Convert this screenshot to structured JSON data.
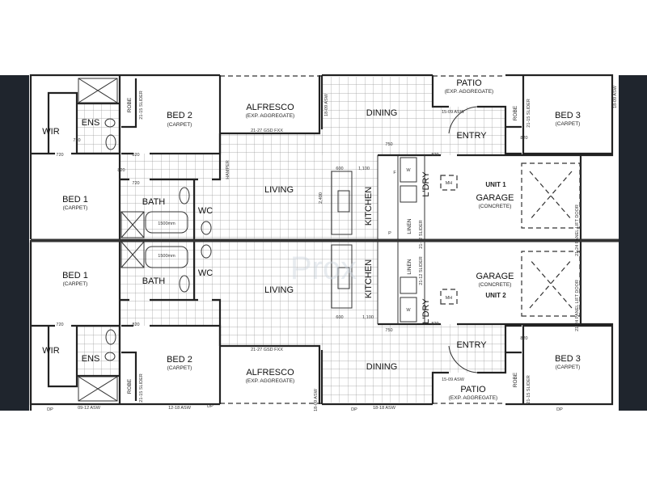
{
  "plan": {
    "watermark": "Prox",
    "unit1": {
      "unit_label": "UNIT 1",
      "rooms": {
        "wir": "WIR",
        "ens": "ENS",
        "robe": "ROBE",
        "bed2": "BED 2",
        "bed2_sub": "(CARPET)",
        "alfresco": "ALFRESCO",
        "alfresco_sub": "(EXP. AGGREGATE)",
        "dining": "DINING",
        "patio": "PATIO",
        "patio_sub": "(EXP. AGGREGATE)",
        "entry": "ENTRY",
        "robe3": "ROBE",
        "bed3": "BED 3",
        "bed3_sub": "(CARPET)",
        "bed1": "BED 1",
        "bed1_sub": "(CARPET)",
        "bath": "BATH",
        "wc": "WC",
        "living": "LIVING",
        "kitchen": "KITCHEN",
        "linen": "LINEN",
        "ldry": "L'DRY",
        "garage": "GARAGE",
        "garage_sub": "(CONCRETE)",
        "mh": "MH",
        "w": "W",
        "p": "P",
        "f": "F"
      },
      "dims": {
        "d720a": "720",
        "d720b": "720",
        "d820a": "820",
        "d820b": "820",
        "d820c": "820",
        "d820d": "820",
        "d720c": "720",
        "bath_tub": "1500mm",
        "gsd": "21-27 GSD FXX",
        "asw1809": "18-09 ASW",
        "asw1509": "15-09 ASW",
        "slider2": "21-15 SLIDER",
        "slider3": "21-15 SLIDER",
        "slider_ldry": "21-12 SLIDER",
        "panel_door": "21-24 PANEL LIFT DOOR",
        "d750": "750",
        "d600": "600",
        "d1100": "1,100",
        "d2400": "2,400",
        "hamper": "HAMPER",
        "asw_right": "18-09 ASW"
      }
    },
    "unit2": {
      "unit_label": "UNIT 2",
      "rooms": {
        "wir": "WIR",
        "ens": "ENS",
        "robe": "ROBE",
        "bed2": "BED 2",
        "bed2_sub": "(CARPET)",
        "alfresco": "ALFRESCO",
        "alfresco_sub": "(EXP. AGGREGATE)",
        "dining": "DINING",
        "patio": "PATIO",
        "patio_sub": "(EXP. AGGREGATE)",
        "entry": "ENTRY",
        "robe3": "ROBE",
        "bed3": "BED 3",
        "bed3_sub": "(CARPET)",
        "bed1": "BED 1",
        "bed1_sub": "(CARPET)",
        "bath": "BATH",
        "wc": "WC",
        "living": "LIVING",
        "kitchen": "KITCHEN",
        "linen": "LINEN",
        "ldry": "L'DRY",
        "garage": "GARAGE",
        "garage_sub": "(CONCRETE)",
        "mh": "MH",
        "w": "W"
      },
      "dims": {
        "d720a": "720",
        "d820a": "820",
        "d820b": "820",
        "d820c": "820",
        "bath_tub": "1500mm",
        "gsd": "21-27 GSD FXX",
        "asw1809": "18-09 ASW",
        "asw1509": "15-09 ASW",
        "slider2": "21-15 SLIDER",
        "slider3": "21-15 SLIDER",
        "slider_ldry": "21-12 SLIDER",
        "panel_door": "21-24 PANEL LIFT DOOR",
        "d750": "750",
        "d600": "600",
        "d1100": "1,100",
        "asw0912": "09-12 ASW",
        "asw1218": "12-18 ASW",
        "asw1818": "18-18 ASW",
        "dp1": "DP",
        "dp2": "DP",
        "dp3": "DP",
        "dp4": "DP"
      }
    }
  }
}
